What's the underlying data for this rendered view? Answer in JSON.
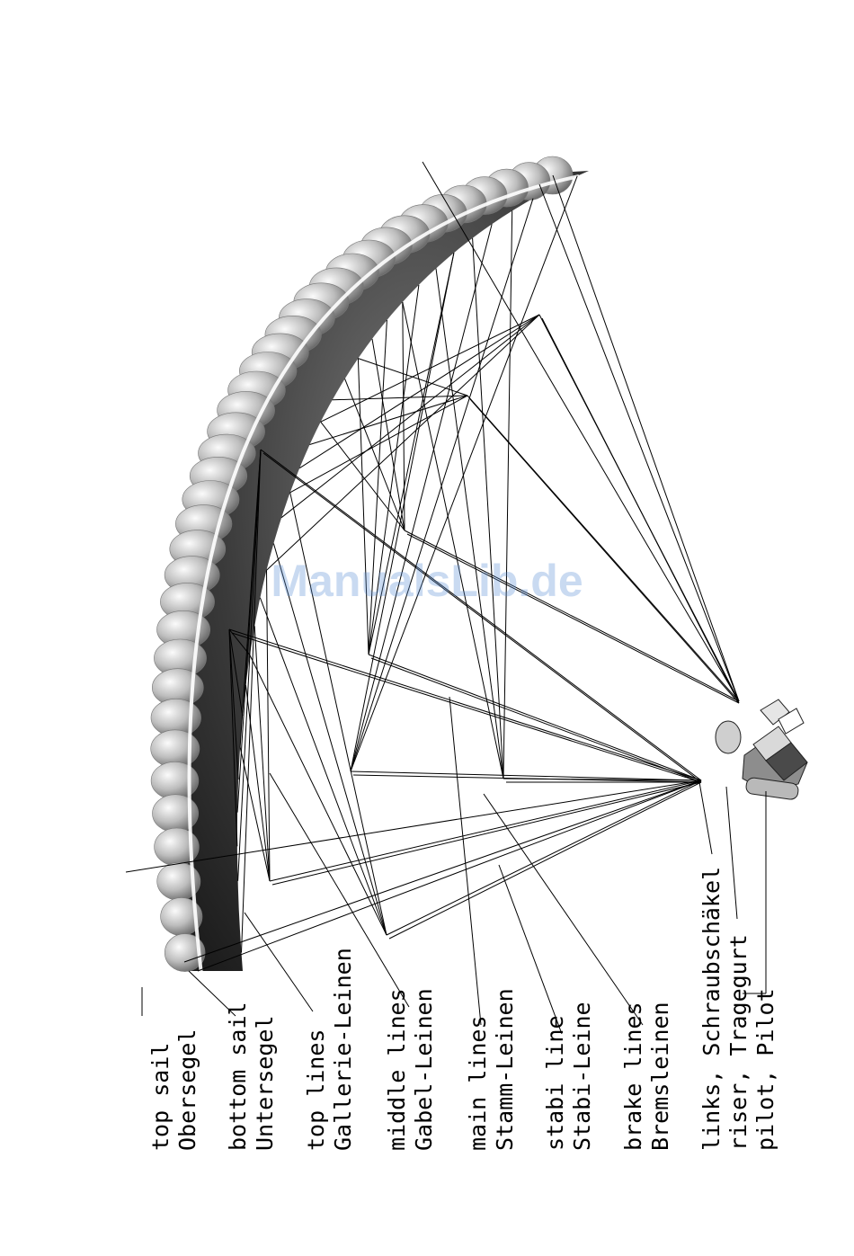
{
  "watermark": "ManualsLib.de",
  "labels": {
    "top_sail_en": "top sail",
    "top_sail_de": "Obersegel",
    "bottom_sail_en": "bottom sail",
    "bottom_sail_de": "Untersegel",
    "top_lines_en": "top lines",
    "top_lines_de": "Gallerie-Leinen",
    "middle_lines_en": "middle lines",
    "middle_lines_de": "Gabel-Leinen",
    "main_lines_en": "main lines",
    "main_lines_de": "Stamm-Leinen",
    "stabi_line_en": "stabi line",
    "stabi_line_de": "Stabi-Leine",
    "brake_lines_en": "brake lines",
    "brake_lines_de": "Bremsleinen",
    "links": "links, Schraubschäkel",
    "riser": "riser, Tragegurt",
    "pilot": "pilot, Pilot"
  },
  "colors": {
    "canopy_light": "#f4f4f4",
    "canopy_mid": "#a9a9a9",
    "canopy_dark": "#3a3a3a",
    "line": "#000000"
  }
}
